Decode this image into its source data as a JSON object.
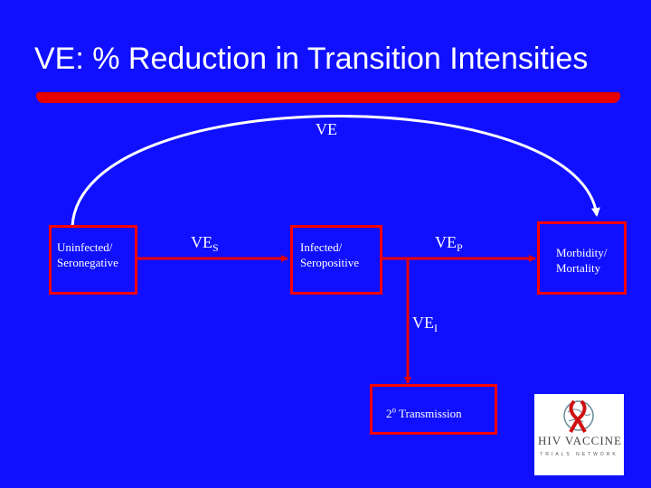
{
  "title": "VE: % Reduction in Transition Intensities",
  "colors": {
    "background": "#1010ff",
    "accent": "#e60000",
    "text": "#ffffff"
  },
  "nodes": {
    "uninfected": {
      "line1": "Uninfected/",
      "line2": "Seronegative"
    },
    "infected": {
      "line1": "Infected/",
      "line2": "Seropositive"
    },
    "morbidity": {
      "line1": "Morbidity/",
      "line2": "Mortality"
    },
    "transmission": {
      "prefix": "2",
      "sup": "o",
      "text": " Transmission"
    }
  },
  "labels": {
    "ve": "VE",
    "ves": {
      "main": "VE",
      "sub": "S"
    },
    "vep": {
      "main": "VE",
      "sub": "P"
    },
    "vei": {
      "main": "VE",
      "sub": "I"
    }
  },
  "logo": {
    "name": "HIV VACCINE",
    "sub": "TRIALS NETWORK",
    "icon": "red-ribbon-globe-icon"
  }
}
